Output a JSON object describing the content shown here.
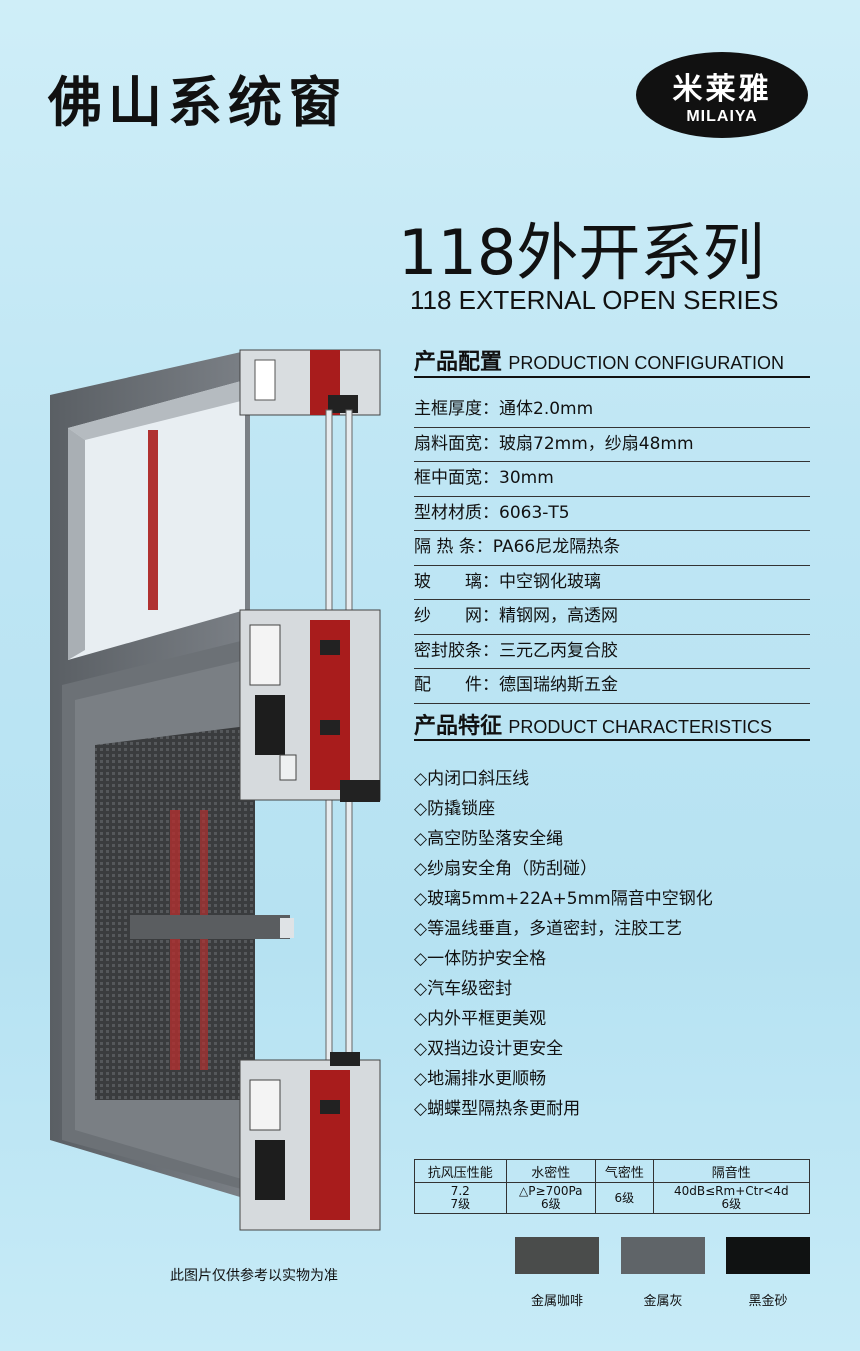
{
  "header": {
    "title": "佛山系统窗"
  },
  "logo": {
    "cn": "米莱雅",
    "en": "MILAIYA"
  },
  "series": {
    "title_cn": "118外开系列",
    "title_en": "118 EXTERNAL OPEN SERIES"
  },
  "config": {
    "heading_cn": "产品配置",
    "heading_en": "PRODUCTION CONFIGURATION",
    "rows": [
      "主框厚度：通体2.0mm",
      "扇料面宽：玻扇72mm，纱扇48mm",
      "框中面宽：30mm",
      "型材材质：6063-T5",
      "隔 热 条：PA66尼龙隔热条",
      "玻　　璃：中空钢化玻璃",
      "纱　　网：精钢网，高透网",
      "密封胶条：三元乙丙复合胶",
      "配　　件：德国瑞纳斯五金"
    ]
  },
  "features": {
    "heading_cn": "产品特征",
    "heading_en": "PRODUCT CHARACTERISTICS",
    "items": [
      "◇内闭口斜压线",
      "◇防撬锁座",
      "◇高空防坠落安全绳",
      "◇纱扇安全角（防刮碰）",
      "◇玻璃5mm+22A+5mm隔音中空钢化",
      "◇等温线垂直，多道密封，注胶工艺",
      "◇一体防护安全格",
      "◇汽车级密封",
      "◇内外平框更美观",
      "◇双挡边设计更安全",
      "◇地漏排水更顺畅",
      "◇蝴蝶型隔热条更耐用"
    ]
  },
  "performance": {
    "headers": [
      "抗风压性能",
      "水密性",
      "气密性",
      "隔音性"
    ],
    "row1": [
      "7.2",
      "△P≥700Pa",
      "6级",
      "40dB≤Rm+Ctr<4d"
    ],
    "row2": [
      "7级",
      "6级",
      "",
      "6级"
    ]
  },
  "colors": [
    {
      "label": "金属咖啡",
      "hex": "#4a4c4b"
    },
    {
      "label": "金属灰",
      "hex": "#5f6468"
    },
    {
      "label": "黑金砂",
      "hex": "#101212"
    }
  ],
  "note": "此图片仅供参考以实物为准"
}
